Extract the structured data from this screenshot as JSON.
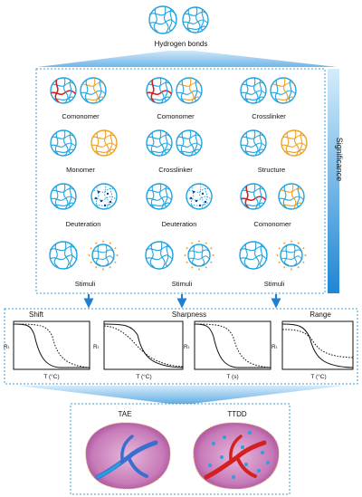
{
  "top": {
    "label": "Hydrogen bonds"
  },
  "side_label": "Significance",
  "grid": {
    "rows": [
      [
        "Comonomer",
        "Comonomer",
        "Crosslinker"
      ],
      [
        "Monomer",
        "Crosslinker",
        "Structure"
      ],
      [
        "Deuteration",
        "Deuteration",
        "Comonomer"
      ],
      [
        "Stimuli",
        "Stimuli",
        "Stimuli"
      ]
    ]
  },
  "plots": [
    {
      "title": "Shift",
      "ylabel": "Rₜ",
      "xlabel": "T (°C)"
    },
    {
      "title": "Sharpness",
      "ylabel": "Rₜ",
      "xlabel": "T (°C)"
    },
    {
      "title": "",
      "ylabel": "Rₜ",
      "xlabel": "T (s)"
    },
    {
      "title": "Range",
      "ylabel": "Rₜ",
      "xlabel": "T (°C)"
    }
  ],
  "applications": {
    "left": "TAE",
    "right": "TTDD"
  },
  "colors": {
    "network": "#1ea3e0",
    "orange": "#f0a020",
    "red": "#d42020",
    "dashed_border": "#3a9bd6",
    "arrow": "#1f7fd0",
    "tissue": "#b04aa0",
    "dot_blue": "#2aa0e0"
  }
}
